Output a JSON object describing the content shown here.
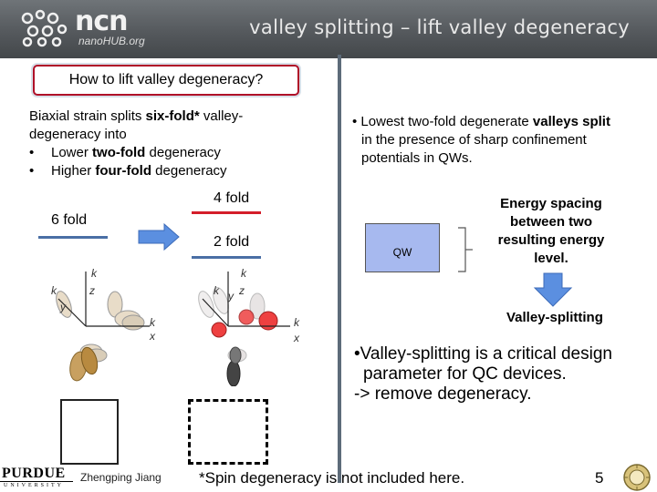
{
  "header": {
    "logo_text": "ncn",
    "logo_subtitle": "nanoHUB.org",
    "title": "valley splitting – lift valley degeneracy"
  },
  "left": {
    "question": "How to lift valley degeneracy?",
    "intro_line1": "Biaxial strain splits ",
    "intro_bold": "six-fold*",
    "intro_line1b": " valley-",
    "intro_line2": "degeneracy into",
    "bullets": [
      {
        "marker": "•",
        "pre": "Lower ",
        "bold": "two-fold",
        "post": " degeneracy"
      },
      {
        "marker": "•",
        "pre": "Higher ",
        "bold": "four-fold",
        "post": " degeneracy"
      }
    ],
    "six_fold": "6 fold",
    "four_fold": "4 fold",
    "two_fold": "2 fold",
    "axes1": {
      "kz": "k",
      "kz_sub": "z",
      "ky": "k",
      "ky_sub": "y",
      "kx": "k",
      "kx_sub": "x"
    },
    "axes2": {
      "kz": "k",
      "kz_sub": "z",
      "ky": "k",
      "ky_sub": "y",
      "kx": "k",
      "kx_sub": "x"
    }
  },
  "right": {
    "bullet_marker": "•",
    "line1_pre": " Lowest two-fold degenerate ",
    "line1_bold": "valleys split",
    "line2": "in the presence of sharp confinement",
    "line3": "potentials in QWs.",
    "qw_label": "QW",
    "energy_spacing": "Energy spacing between two resulting energy level.",
    "valley_splitting": "Valley-splitting",
    "bottom_line1": "•Valley-splitting is a critical design",
    "bottom_line2": "parameter for QC devices.",
    "bottom_line3": "-> remove degeneracy."
  },
  "footer": {
    "logo": "PURDUE",
    "logo_sub": "UNIVERSITY",
    "author": "Zhengping Jiang",
    "note": "*Spin degeneracy is not included here.",
    "page": "5"
  },
  "colors": {
    "header_bg": "#55595d",
    "accent_red": "#d41e2a",
    "line_blue": "#4a6fa5",
    "arrow_blue": "#5b8fe0",
    "qw_fill": "#a7b9ef"
  }
}
